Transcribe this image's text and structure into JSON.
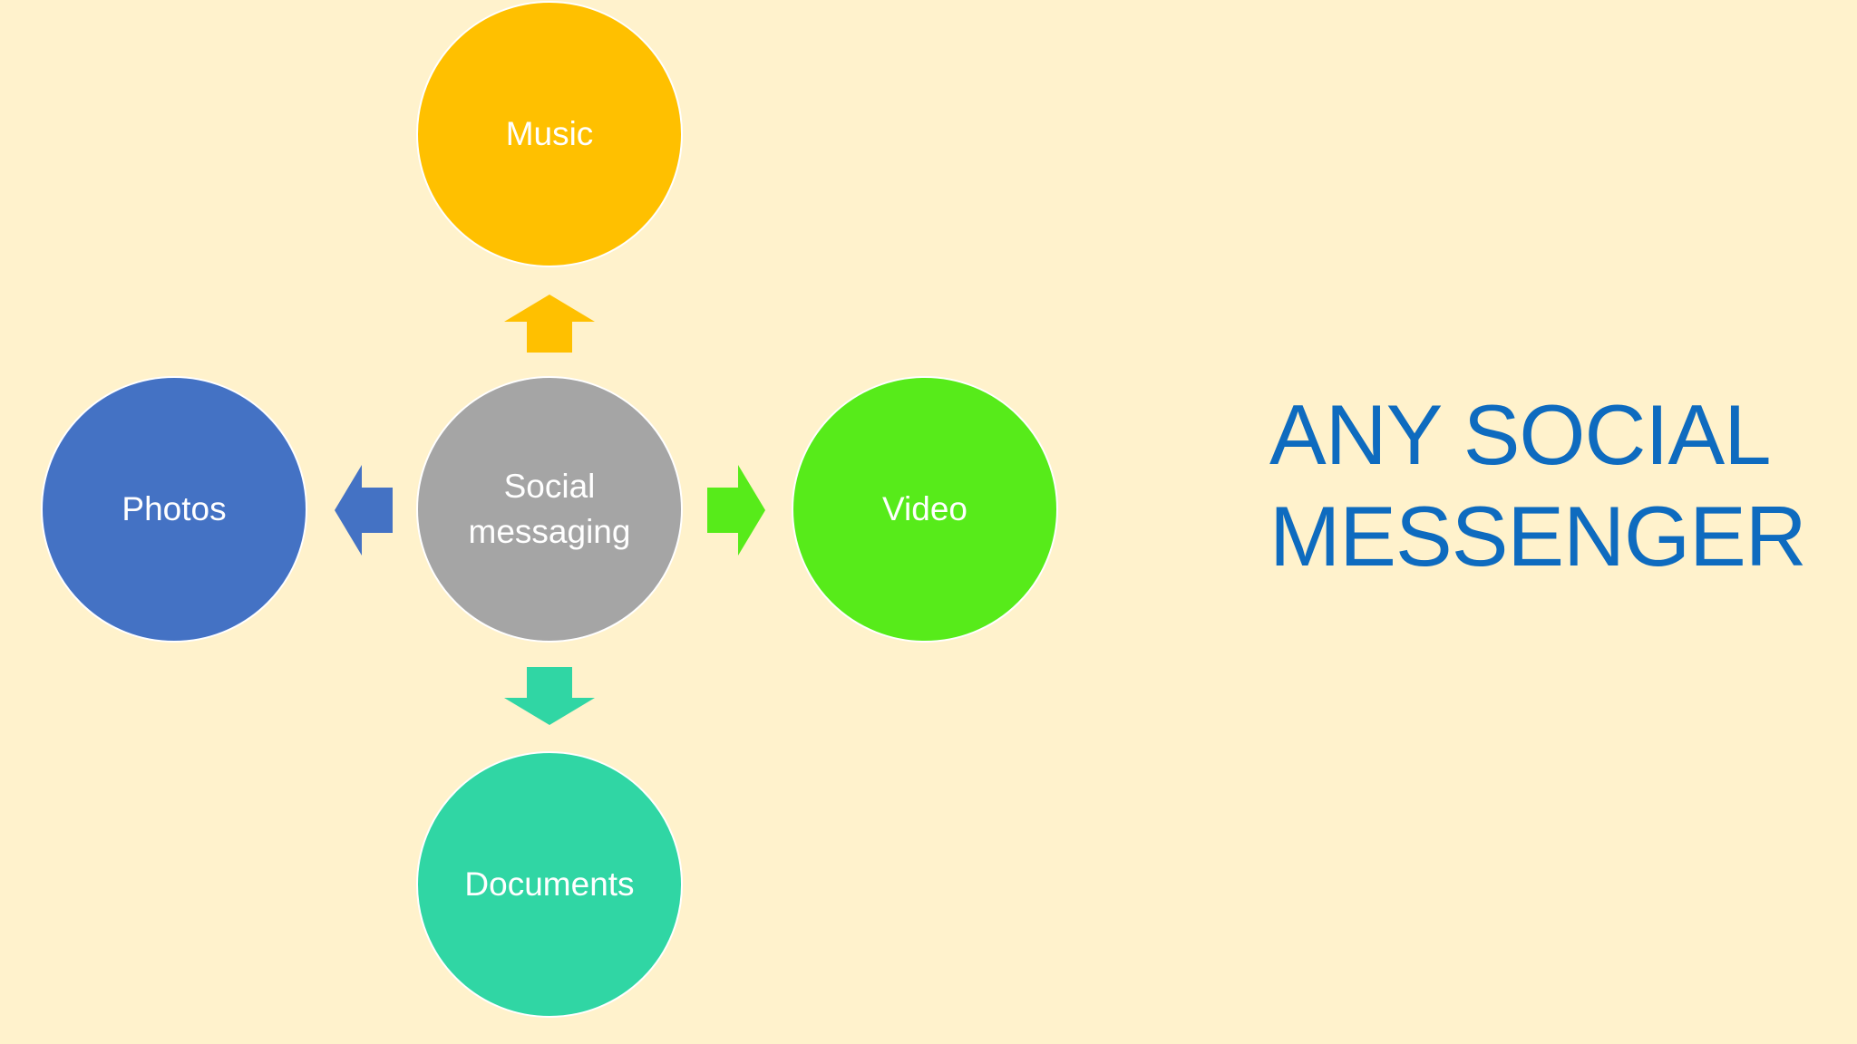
{
  "diagram": {
    "center": {
      "label": "Social\nmessaging",
      "color": "#A5A5A5"
    },
    "nodes": {
      "top": {
        "label": "Music",
        "color": "#FFC000"
      },
      "left": {
        "label": "Photos",
        "color": "#4472C4"
      },
      "right": {
        "label": "Video",
        "color": "#57EB1A"
      },
      "bottom": {
        "label": "Documents",
        "color": "#30D6A4"
      }
    },
    "arrows": {
      "up": {
        "color": "#FFC000"
      },
      "left": {
        "color": "#4472C4"
      },
      "right": {
        "color": "#57EB1A"
      },
      "down": {
        "color": "#30D6A4"
      }
    }
  },
  "headline": {
    "line1": "ANY SOCIAL",
    "line2": "MESSENGER",
    "color": "#0E6BBF"
  },
  "background": "#FFF2CC"
}
